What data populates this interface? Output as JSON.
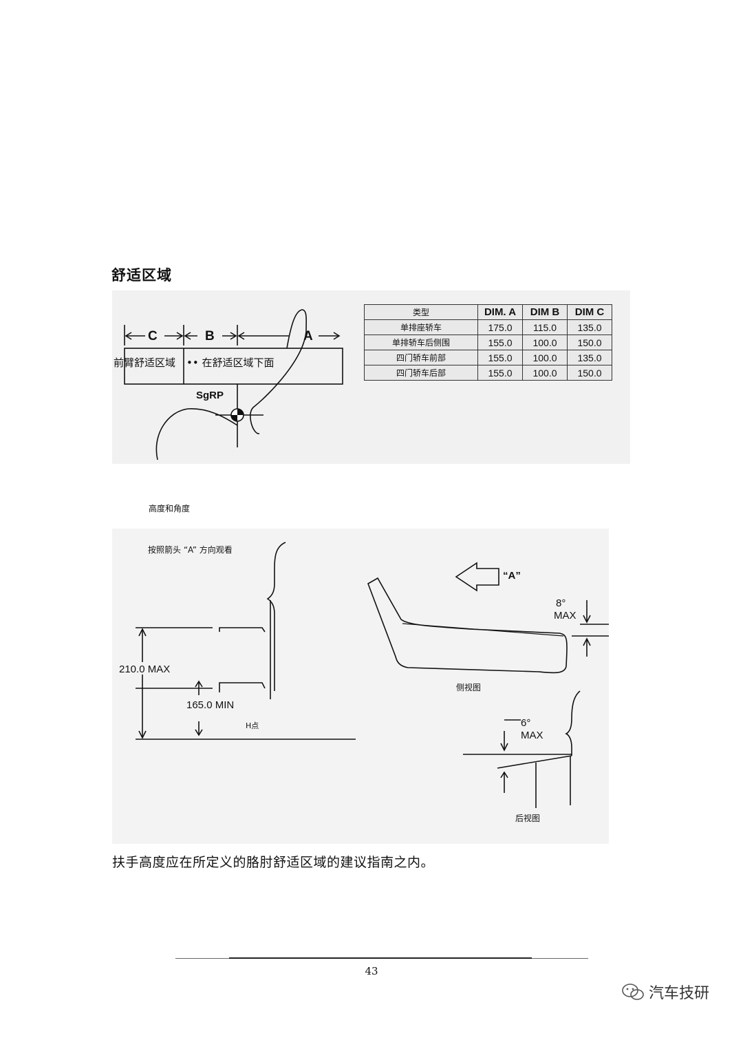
{
  "section_title": "舒适区域",
  "comfort_figure": {
    "label_c": "C",
    "label_b": "B",
    "label_a": "A",
    "forearm_zone": "前臂舒适区域",
    "below_zone": "•• 在舒适区域下面",
    "sgrp": "SgRP"
  },
  "dimension_table": {
    "headers": [
      "类型",
      "DIM. A",
      "DIM B",
      "DIM C"
    ],
    "rows": [
      [
        "单排座轿车",
        "175.0",
        "115.0",
        "135.0"
      ],
      [
        "单排轿车后侧围",
        "155.0",
        "100.0",
        "150.0"
      ],
      [
        "四门轿车前部",
        "155.0",
        "100.0",
        "135.0"
      ],
      [
        "四门轿车后部",
        "155.0",
        "100.0",
        "150.0"
      ]
    ]
  },
  "height_figure": {
    "caption": "高度和角度",
    "view_note": "按照箭头 “A” 方向观看",
    "arrow_label": "“A”",
    "max_height": "210.0 MAX",
    "min_height": "165.0 MIN",
    "h_point": "H点",
    "side_angle": "8°",
    "side_angle_max": "MAX",
    "side_view": "侧视图",
    "rear_angle": "6°",
    "rear_angle_max": "MAX",
    "rear_view": "后视图"
  },
  "body_text": "扶手高度应在所定义的胳肘舒适区域的建议指南之内。",
  "page_number": "43",
  "watermark": "汽车技研"
}
